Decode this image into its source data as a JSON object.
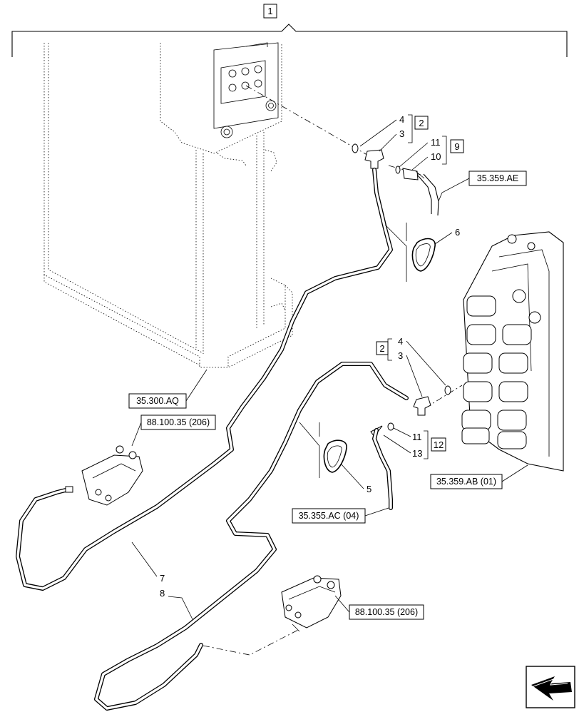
{
  "callouts": {
    "assembly": "1",
    "kit_a": "2",
    "kit_b": "9",
    "kit_c": "2",
    "kit_d": "12",
    "c4_top": "4",
    "c3_top": "3",
    "c11_top": "11",
    "c10": "10",
    "c6": "6",
    "c4_mid": "4",
    "c3_mid": "3",
    "c11_low": "11",
    "c13": "13",
    "c5": "5",
    "c7": "7",
    "c8": "8"
  },
  "references": {
    "ref_359ae": "35.359.AE",
    "ref_300aq": "35.300.AQ",
    "ref_88_top": "88.100.35 (206)",
    "ref_359ab": "35.359.AB (01)",
    "ref_355ac": "35.355.AC (04)",
    "ref_88_bottom": "88.100.35 (206)"
  },
  "nav_icon": "next-page-arrow-icon"
}
